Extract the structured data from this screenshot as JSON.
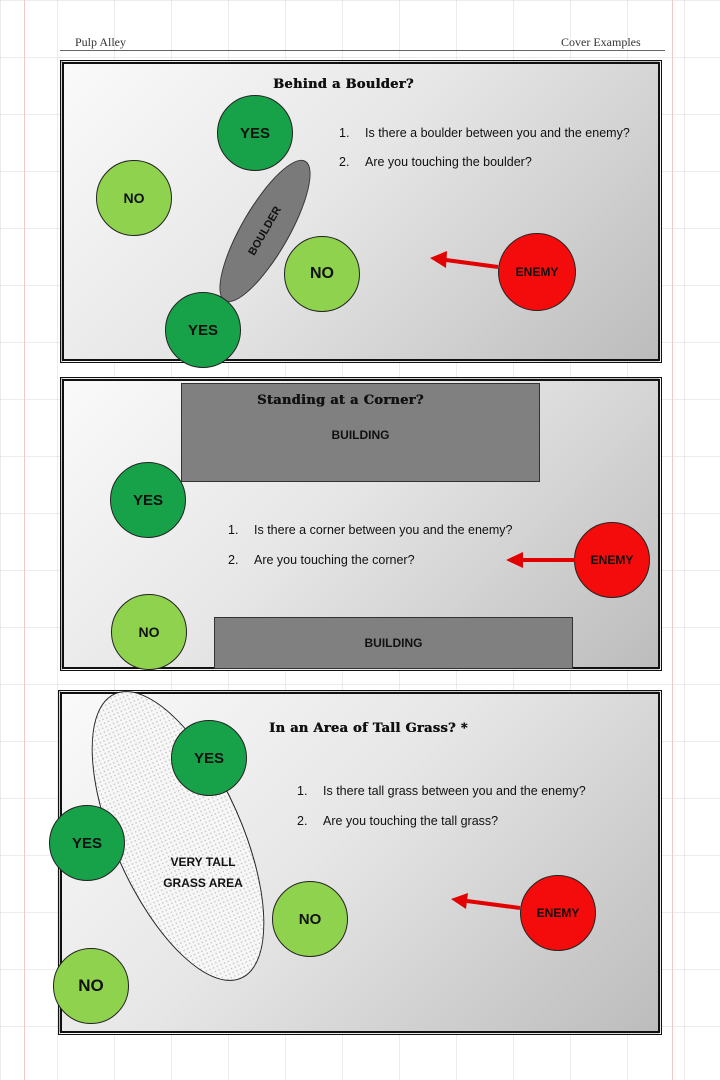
{
  "header": {
    "left": "Pulp Alley",
    "right": "Cover Examples"
  },
  "colors": {
    "yes": "#17a149",
    "no": "#8fd24d",
    "enemy": "#f40b0b",
    "arrow": "#e30000",
    "building": "#808080"
  },
  "panels": [
    {
      "title": "Behind a Boulder?",
      "questions": [
        {
          "num": "1.",
          "text": "Is there a boulder between you and the enemy?"
        },
        {
          "num": "2.",
          "text": "Are you touching the boulder?"
        }
      ],
      "obstacle": "BOULDER",
      "yes": "YES",
      "no": "NO",
      "enemy": "ENEMY"
    },
    {
      "title": "Standing at a Corner?",
      "questions": [
        {
          "num": "1.",
          "text": "Is there a corner between you and the enemy?"
        },
        {
          "num": "2.",
          "text": "Are you touching the corner?"
        }
      ],
      "building": "BUILDING",
      "yes": "YES",
      "no": "NO",
      "enemy": "ENEMY"
    },
    {
      "title": "In an Area of Tall Grass? *",
      "questions": [
        {
          "num": "1.",
          "text": "Is there tall grass between you and the enemy?"
        },
        {
          "num": "2.",
          "text": "Are you touching the tall grass?"
        }
      ],
      "grass_line1": "VERY TALL",
      "grass_line2": "GRASS AREA",
      "yes": "YES",
      "no": "NO",
      "enemy": "ENEMY"
    }
  ]
}
